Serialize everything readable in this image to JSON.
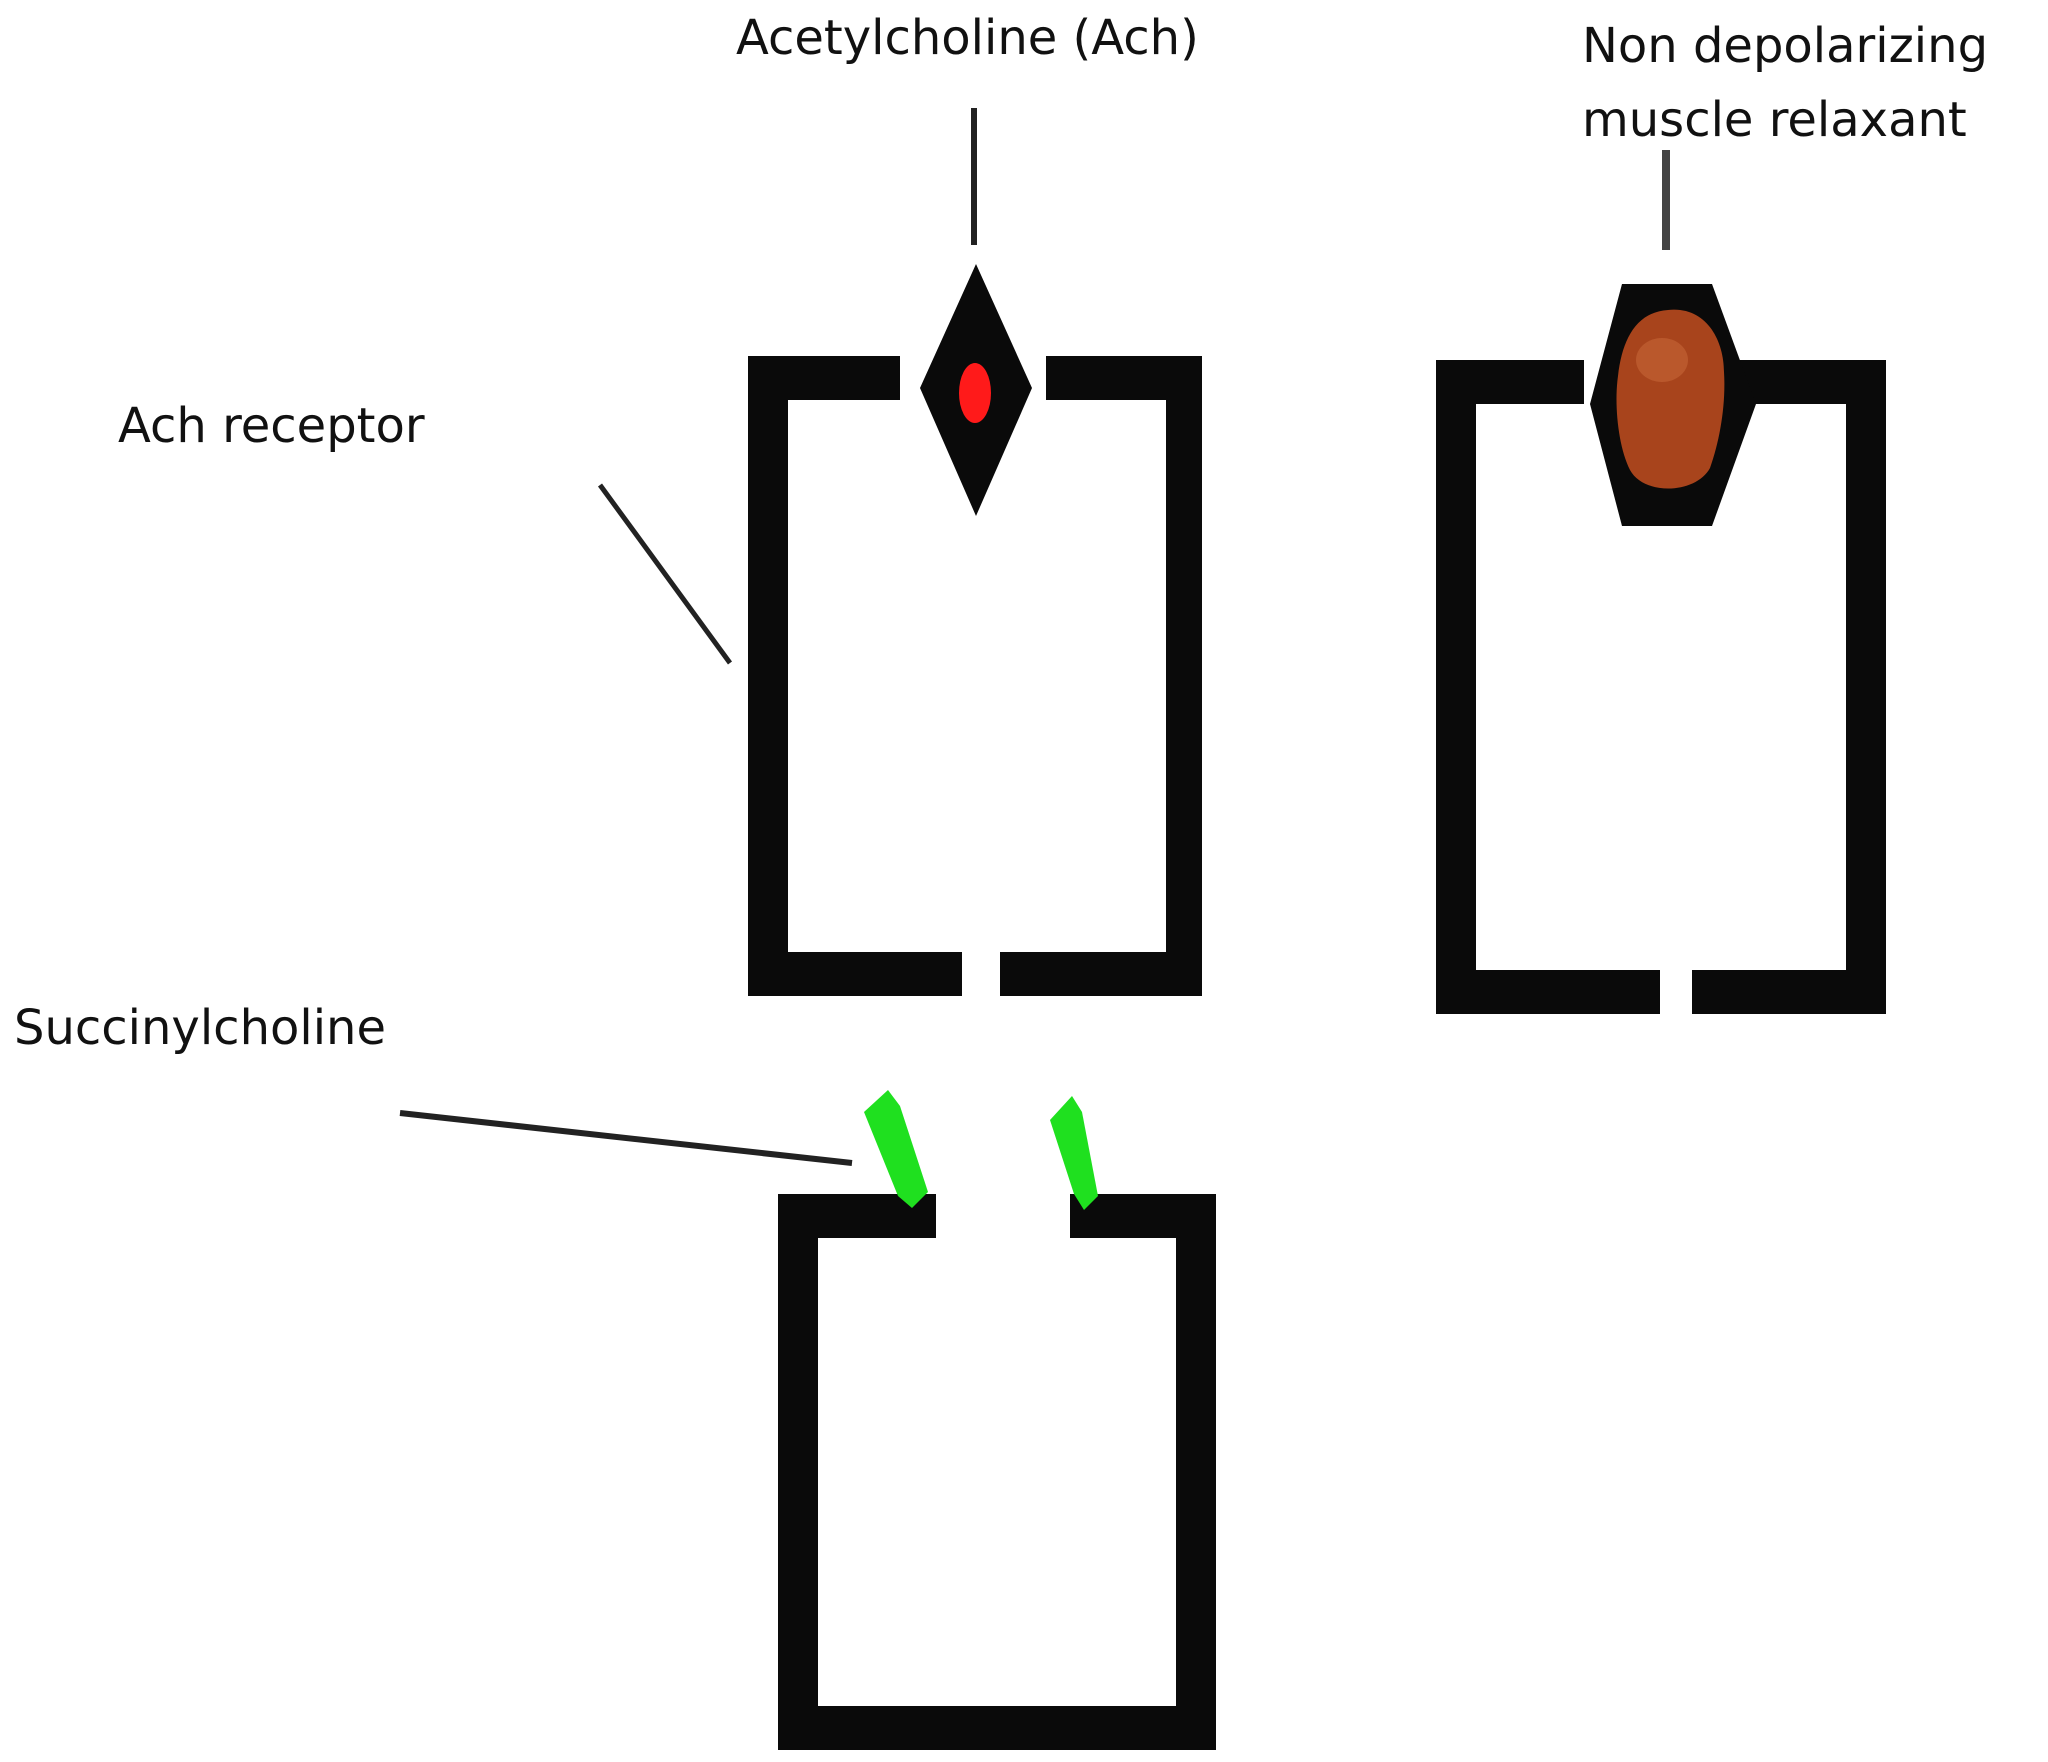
{
  "labels": {
    "acetylcholine": "Acetylcholine (Ach)",
    "nondepolarizing_line1": "Non depolarizing",
    "nondepolarizing_line2": "muscle relaxant",
    "ach_receptor": "Ach receptor",
    "succinylcholine": "Succinylcholine"
  },
  "colors": {
    "receptor": "#0a0a0a",
    "acetylcholine_core": "#ff1a1a",
    "nondepolarizing_fill": "#a8441c",
    "nondepolarizing_highlight": "#c86a3a",
    "succinylcholine": "#1fe01f",
    "leader_line": "#222222"
  }
}
